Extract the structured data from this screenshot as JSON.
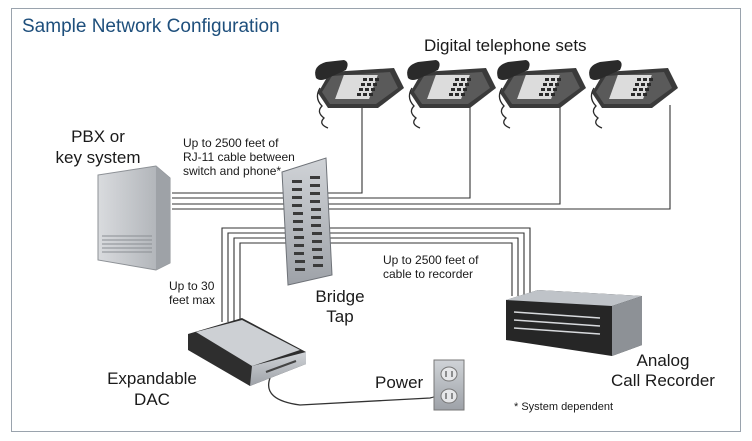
{
  "title": "Sample Network Configuration",
  "labels": {
    "phones": "Digital telephone sets",
    "pbx_line1": "PBX or",
    "pbx_line2": "key system",
    "cable_phone_1": "Up to 2500 feet of",
    "cable_phone_2": "RJ-11 cable between",
    "cable_phone_3": "switch and phone*",
    "cable_recorder_1": "Up to 2500 feet of",
    "cable_recorder_2": "cable to recorder",
    "dac_cable_1": "Up to 30",
    "dac_cable_2": "feet max",
    "bridge_1": "Bridge",
    "bridge_2": "Tap",
    "dac_1": "Expandable",
    "dac_2": "DAC",
    "power": "Power",
    "recorder_1": "Analog",
    "recorder_2": "Call Recorder",
    "footnote": "* System dependent"
  },
  "colors": {
    "title": "#1e4f7c",
    "frame": "#9aa3ad",
    "equipment_dark": "#2b2b2b",
    "equipment_light": "#bfc3c8"
  }
}
